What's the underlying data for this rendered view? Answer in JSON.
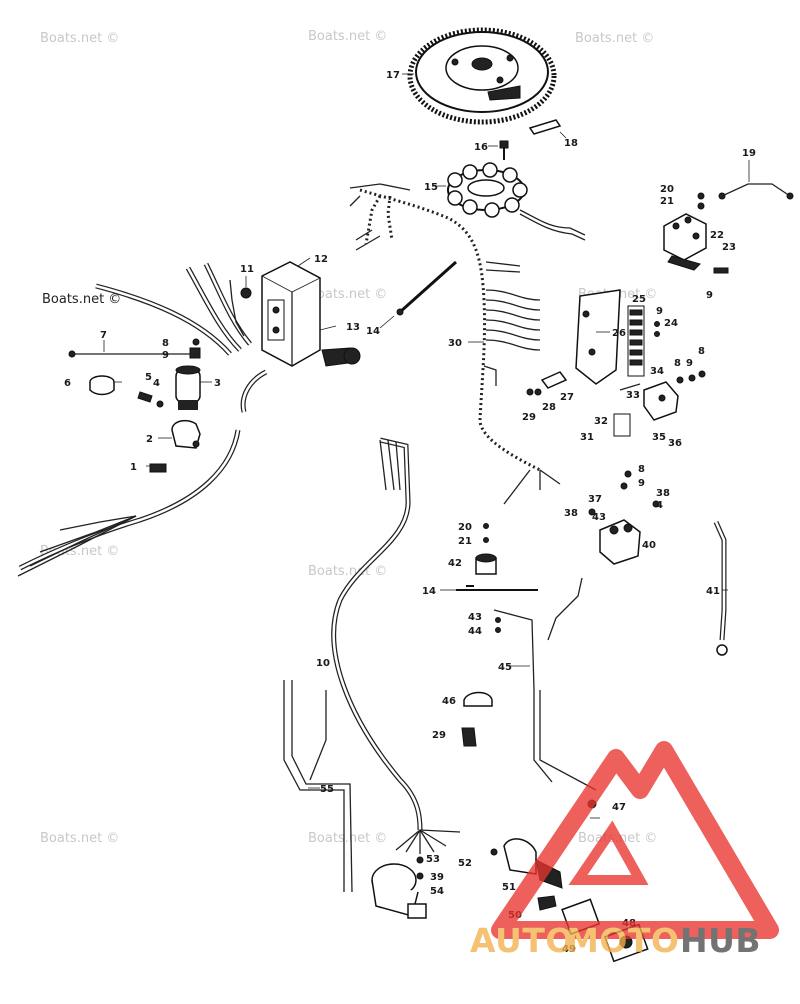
{
  "watermark": {
    "text": "Boats.net ©"
  },
  "logo": {
    "word_auto": "AUTO",
    "word_moto": "MOTO",
    "word_hub": "HUB",
    "color_primary": "#e8342f",
    "color_secondary": "#f3b04c",
    "color_hub": "#4d4d4d"
  },
  "callouts": {
    "p1": "1",
    "p2": "2",
    "p3": "3",
    "p4": "4",
    "p5": "5",
    "p6": "6",
    "p7": "7",
    "p8a": "8",
    "p9a": "9",
    "p10": "10",
    "p11": "11",
    "p12": "12",
    "p13": "13",
    "p14a": "14",
    "p15": "15",
    "p16": "16",
    "p17": "17",
    "p18": "18",
    "p19": "19",
    "p20a": "20",
    "p21a": "21",
    "p22": "22",
    "p23": "23",
    "p9b": "9",
    "p25": "25",
    "p26": "26",
    "p9c": "9",
    "p24": "24",
    "p30": "30",
    "p28": "28",
    "p27": "27",
    "p29a": "29",
    "p8b": "8",
    "p9d": "9",
    "p8c": "8",
    "p34": "34",
    "p33": "33",
    "p32": "32",
    "p31": "31",
    "p35": "35",
    "p36": "36",
    "p8d": "8",
    "p9e": "9",
    "p37": "37",
    "p38a": "38",
    "p4b": "4",
    "p38b": "38",
    "p43a": "43",
    "p20b": "20",
    "p21b": "21",
    "p40": "40",
    "p42": "42",
    "p14b": "14",
    "p41": "41",
    "p43b": "43",
    "p44": "44",
    "p45": "45",
    "p46": "46",
    "p29b": "29",
    "p55": "55",
    "p47": "47",
    "p53": "53",
    "p39": "39",
    "p54": "54",
    "p52": "52",
    "p51": "51",
    "p50": "50",
    "p48": "48",
    "p49": "49"
  }
}
